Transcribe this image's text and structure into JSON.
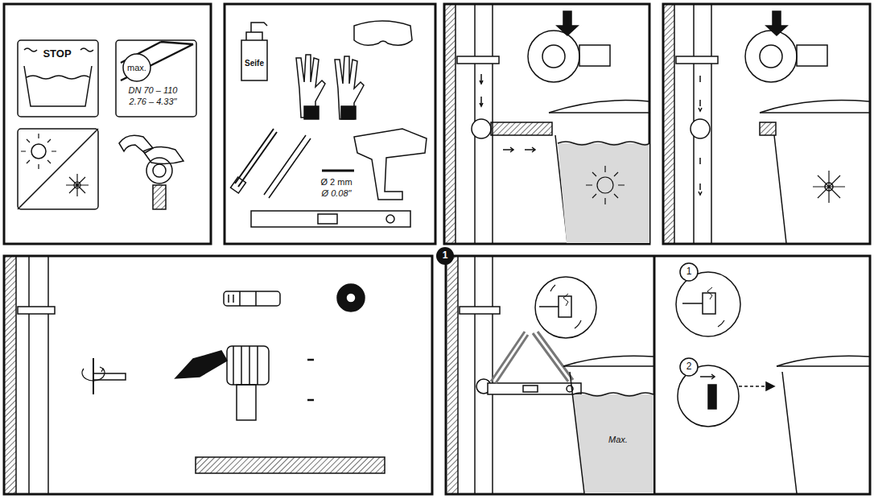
{
  "diagram": {
    "labels": [
      "STOP",
      "max.",
      "DN 70 – 110",
      "2.76 – 4.33\"",
      "Seife",
      "Ø 2 mm",
      "Ø 0.08\"",
      "Max.",
      "1",
      "1",
      "2"
    ]
  }
}
